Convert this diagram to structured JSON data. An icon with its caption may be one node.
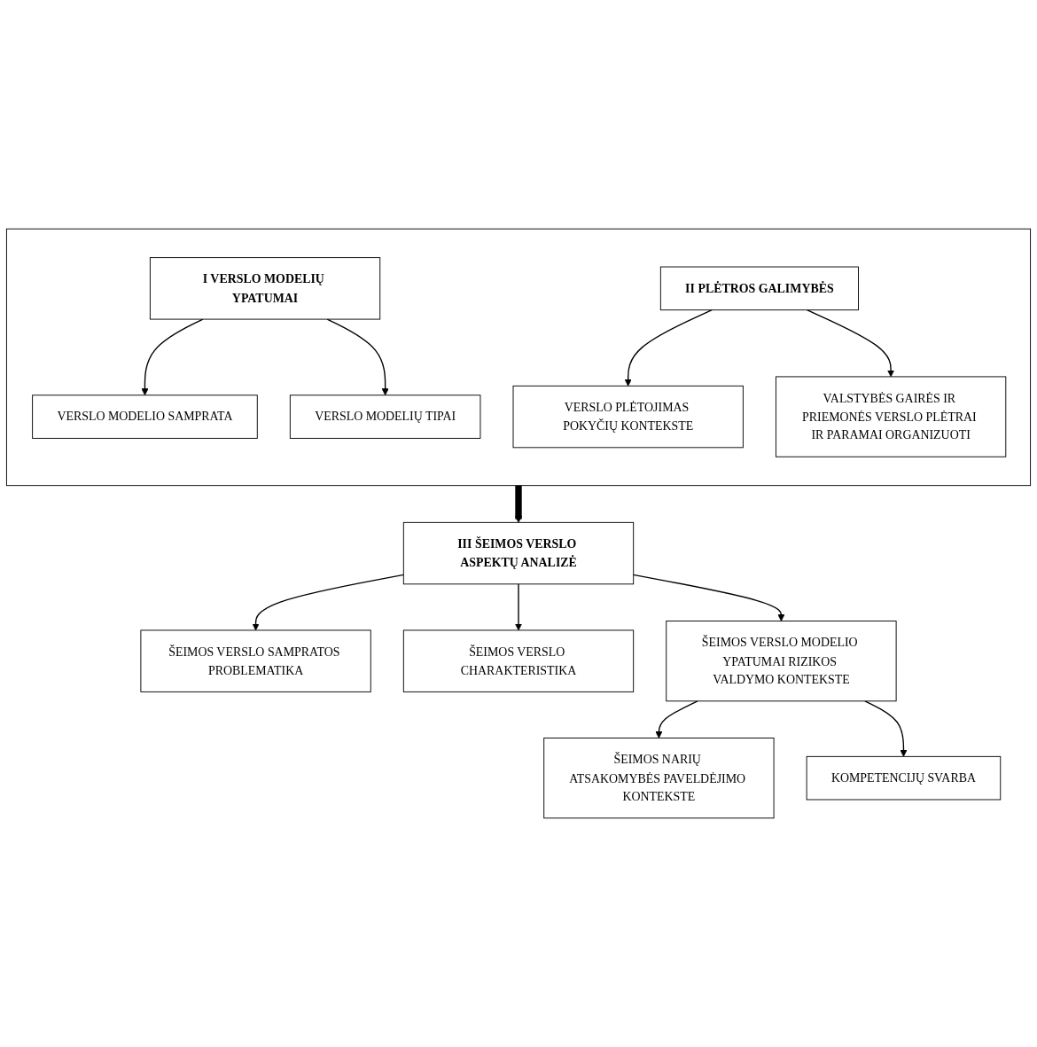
{
  "diagram": {
    "nodes": [
      {
        "text": [],
        "shape": "box"
      },
      {
        "text": [
          "I VERSLO MODELIŲ YPATUMAI"
        ],
        "in": 0
      },
      {
        "text": [
          "VERSLO MODELIO SAMPRATA"
        ],
        "in": 0
      },
      {
        "text": [
          "VERSLO MODELIŲ TIPAI"
        ],
        "in": 0
      },
      {
        "text": [
          "II PLĖTROS GALIMYBĖS"
        ],
        "in": 0
      },
      {
        "text": [
          "VERSLO PLĖTOJIMAS POKYČIŲ KONTEKSTE"
        ],
        "in": 0
      },
      {
        "text": [
          "VALSTYBĖS GAIRĖS IR PRIEMONĖS VERSLO PLĖTRAI IR PARAMAI ORGANIZUOTI"
        ],
        "in": 0
      },
      {
        "text": [
          "III ŠEIMOS VERSLO ASPEKTŲ ANALIZĖ"
        ]
      },
      {
        "text": [
          "ŠEIMOS VERSLO SAMPRATOS PROBLEMATIKA"
        ]
      },
      {
        "text": [
          "ŠEIMOS VERSLO CHARAKTERISTIKA"
        ]
      },
      {
        "text": [
          "ŠEIMOS VERSLO MODELIO YPATUMAI RIZIKOS VALDYMO KONTEKSTE"
        ]
      },
      {
        "text": [
          "ŠEIMOS NARIŲ ATSAKOMYBĖS PAVELDĖJIMO KONTEKSTE"
        ]
      },
      {
        "text": [
          "KOMPETENCIJŲ SVARBA"
        ]
      }
    ],
    "edges": [
      {
        "from": 1,
        "to": 2,
        "arrow": "to"
      },
      {
        "from": 1,
        "to": 3,
        "arrow": "to"
      },
      {
        "from": 4,
        "to": 5,
        "arrow": "to"
      },
      {
        "from": 4,
        "to": 6,
        "arrow": "to"
      },
      {
        "from": 0,
        "to": 7,
        "arrow": "to",
        "style": "thick"
      },
      {
        "from": 7,
        "to": 8,
        "arrow": "to"
      },
      {
        "from": 7,
        "to": 9,
        "arrow": "to"
      },
      {
        "from": 7,
        "to": 10,
        "arrow": "to"
      },
      {
        "from": 10,
        "to": 11,
        "arrow": "to"
      },
      {
        "from": 10,
        "to": 12,
        "arrow": "to"
      }
    ]
  }
}
